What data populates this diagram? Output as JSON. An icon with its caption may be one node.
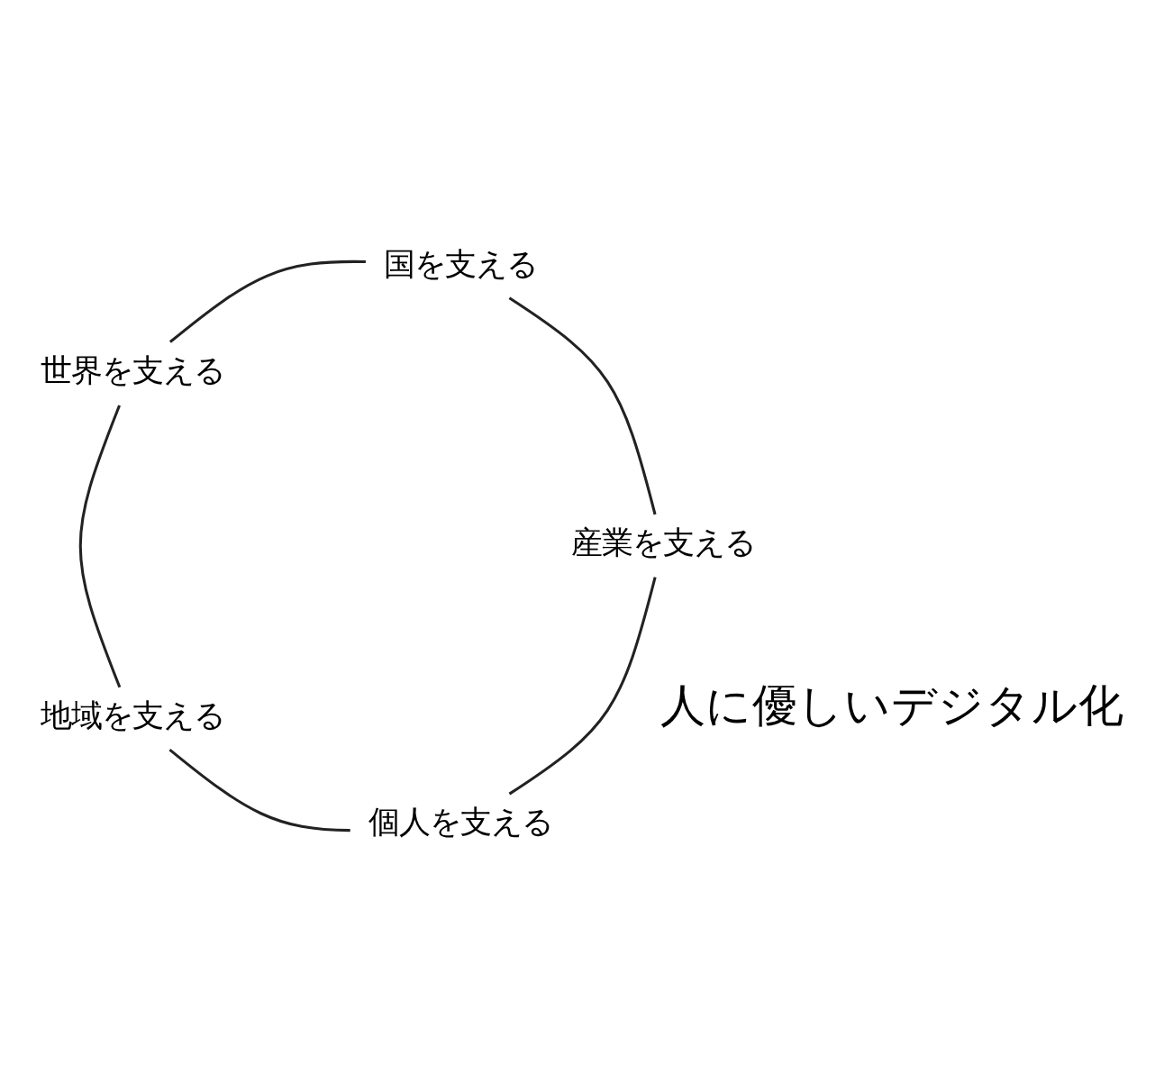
{
  "diagram": {
    "nodes": [
      {
        "text": [
          "個人を支える"
        ]
      },
      {
        "text": [
          "地域を支える"
        ]
      },
      {
        "text": [
          "世界を支える"
        ]
      },
      {
        "text": [
          "国を支える"
        ]
      },
      {
        "text": [
          "産業を支える"
        ]
      }
    ],
    "edges": [
      {
        "from": 0,
        "to": 1,
        "arrow": "none"
      },
      {
        "from": 1,
        "to": 2,
        "arrow": "none"
      },
      {
        "from": 2,
        "to": 3,
        "arrow": "none"
      },
      {
        "from": 3,
        "to": 4,
        "arrow": "none"
      },
      {
        "from": 4,
        "to": 0,
        "arrow": "none"
      }
    ],
    "labels": [
      "人に優しいデジタル化"
    ]
  }
}
